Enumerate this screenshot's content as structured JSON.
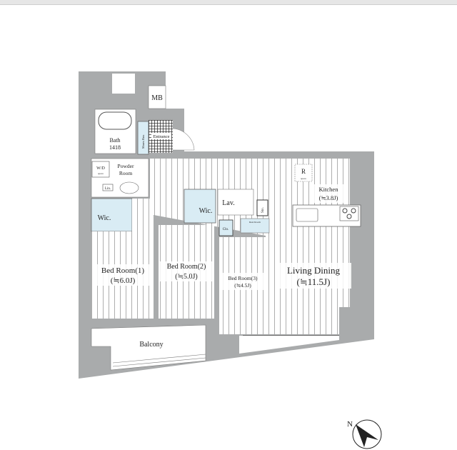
{
  "colors": {
    "wall": "#a9abac",
    "closet": "#d9ecf4",
    "floor_line": "#9a9a9a"
  },
  "rooms": {
    "mb": "MB",
    "bath": "Bath",
    "bath_size": "1418",
    "shoes_box": "Shoes Box",
    "entrance": "Entrance",
    "wd": "W/D",
    "wd_sub": "space",
    "powder": "Powder",
    "powder2": "Room",
    "lin": "Lin.",
    "wic1": "Wic.",
    "wic2": "Wic.",
    "lav": "Lav.",
    "sto": "Sto.",
    "clo": "Clo.",
    "rest_room": "Rest Room",
    "r": "R",
    "r_sub": "space",
    "kitchen": "Kitchen",
    "kitchen_size": "(≒3.8J)",
    "bed1": "Bed Room(1)",
    "bed1_size": "(≒6.0J)",
    "bed2": "Bed Room(2)",
    "bed2_size": "(≒5.0J)",
    "bed3": "Bed Room(3)",
    "bed3_size": "(≒4.5J)",
    "living": "Living Dining",
    "living_size": "(≒11.5J)",
    "balcony": "Balcony"
  },
  "compass": {
    "label": "N",
    "icon": "north-arrow-icon"
  }
}
